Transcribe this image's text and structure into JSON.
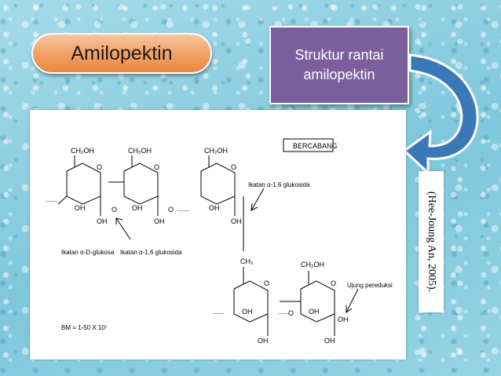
{
  "slide": {
    "title": "Amilopektin",
    "callout_line1": "Struktur rantai",
    "callout_line2": "amilopektin",
    "citation": "(Hee-Joung An, 2005)."
  },
  "diagram": {
    "branch_box": "BERCABANG",
    "ch2oh": "CH₂OH",
    "ch2": "CH₂",
    "o": "O",
    "oh": "OH",
    "dots": "......",
    "ikatan_14": "Ikatan α-D-glukosa",
    "ikatan_16_bottom": "Ikatan α-1,6 glukosida",
    "ikatan_16_right": "Ikatan α-1,6 glukosida",
    "ujung": "Ujung pereduksi",
    "bm": "BM = 1-50 X 10⁷"
  },
  "colors": {
    "pill_orange": "#f3a56c",
    "callout_purple": "#7b5f9c",
    "arrow_blue": "#3a78b8"
  }
}
